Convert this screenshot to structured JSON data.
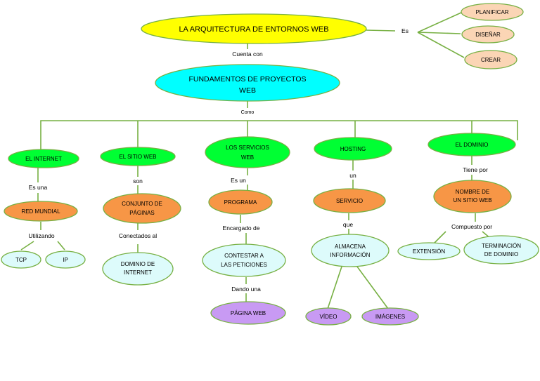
{
  "colors": {
    "yellow": "#ffff00",
    "cyan": "#00ffff",
    "green": "#00ff33",
    "orange": "#f79646",
    "light_cyan": "#ddfbfb",
    "peach": "#fbd5b5",
    "purple": "#c89af3",
    "outline": "#77b043",
    "connector": "#77b043"
  },
  "nodes": {
    "title": "LA ARQUITECTURA DE ENTORNOS WEB",
    "fundamentos": [
      "FUNDAMENTOS DE PROYECTOS",
      "WEB"
    ],
    "planificar": "PLANIFICAR",
    "disenar": "DISEÑAR",
    "crear": "CREAR",
    "internet": "EL INTERNET",
    "sitio_web": "EL SITIO WEB",
    "servicios": [
      "LOS SERVICIOS",
      "WEB"
    ],
    "hosting": "HOSTING",
    "dominio": "EL DOMINIO",
    "red_mundial": "RED MUNDIAL",
    "conjunto": [
      "CONJUNTO DE",
      "PÁGINAS"
    ],
    "programa": "PROGRAMA",
    "servicio": "SERVICIO",
    "nombre": [
      "NOMBRE DE",
      "UN SITIO WEB"
    ],
    "tcp": "TCP",
    "ip": "IP",
    "dominio_internet": [
      "DOMINIO DE",
      "INTERNET"
    ],
    "contestar": [
      "CONTESTAR A",
      "LAS PETICIONES"
    ],
    "almacena": [
      "ALMACENA",
      "INFORMACIÓN"
    ],
    "extension": "EXTENSIÓN",
    "terminacion": [
      "TERMINACIÓN",
      "DE DOMINIO"
    ],
    "pagina_web": "PÁGINA WEB",
    "video": "VÍDEO",
    "imagenes": "IMÁGENES"
  },
  "links": {
    "es": "Es",
    "cuenta_con": "Cuenta con",
    "como": "Como",
    "es_una": "Es una",
    "son": "son",
    "es_un": "Es un",
    "un": "un",
    "tiene_por": "Tiene por",
    "utilizando": "Utilizando",
    "conectados_al": "Conectados al",
    "encargado_de": "Encargado de",
    "que": "que",
    "compuesto_por": "Compuesto por",
    "dando_una": "Dando una"
  }
}
